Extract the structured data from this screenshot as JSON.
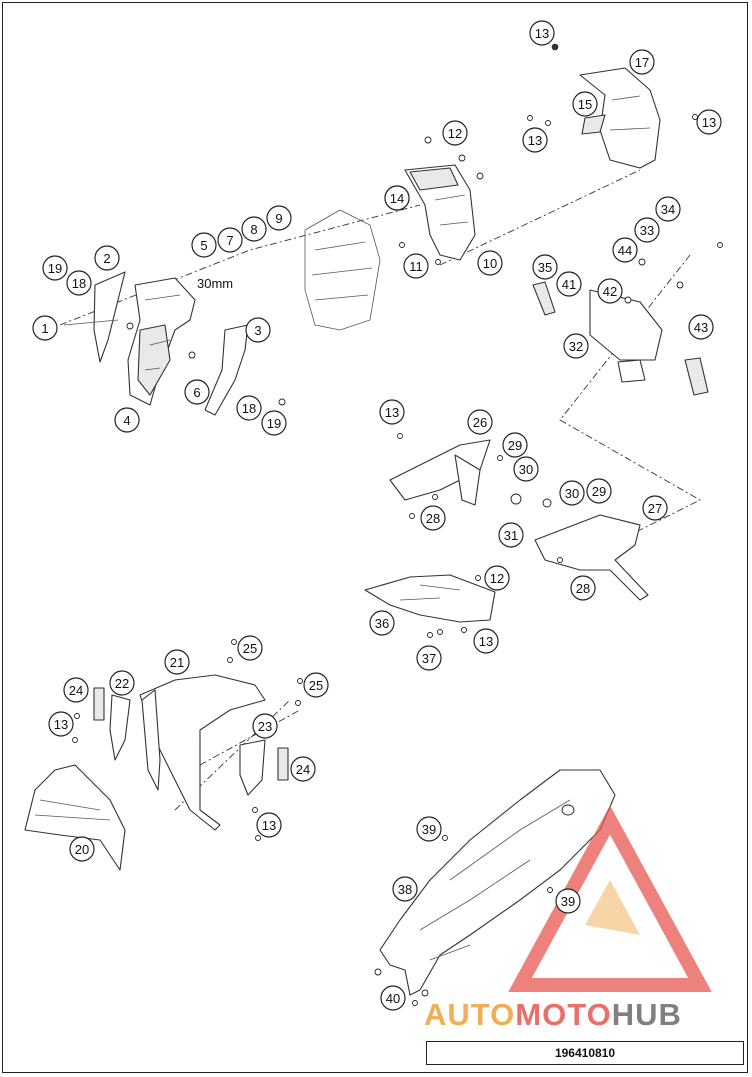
{
  "callouts": [
    {
      "label": "1"
    },
    {
      "label": "2"
    },
    {
      "label": "3"
    },
    {
      "label": "4"
    },
    {
      "label": "5"
    },
    {
      "label": "6"
    },
    {
      "label": "7"
    },
    {
      "label": "8"
    },
    {
      "label": "9"
    },
    {
      "label": "10"
    },
    {
      "label": "11"
    },
    {
      "label": "12"
    },
    {
      "label": "12"
    },
    {
      "label": "13"
    },
    {
      "label": "13"
    },
    {
      "label": "13"
    },
    {
      "label": "13"
    },
    {
      "label": "13"
    },
    {
      "label": "13"
    },
    {
      "label": "13"
    },
    {
      "label": "13"
    },
    {
      "label": "14"
    },
    {
      "label": "15"
    },
    {
      "label": "17"
    },
    {
      "label": "18"
    },
    {
      "label": "18"
    },
    {
      "label": "19"
    },
    {
      "label": "19"
    },
    {
      "label": "20"
    },
    {
      "label": "21"
    },
    {
      "label": "22"
    },
    {
      "label": "23"
    },
    {
      "label": "24"
    },
    {
      "label": "24"
    },
    {
      "label": "25"
    },
    {
      "label": "25"
    },
    {
      "label": "26"
    },
    {
      "label": "27"
    },
    {
      "label": "28"
    },
    {
      "label": "28"
    },
    {
      "label": "29"
    },
    {
      "label": "29"
    },
    {
      "label": "30"
    },
    {
      "label": "30"
    },
    {
      "label": "31"
    },
    {
      "label": "32"
    },
    {
      "label": "33"
    },
    {
      "label": "34"
    },
    {
      "label": "35"
    },
    {
      "label": "36"
    },
    {
      "label": "37"
    },
    {
      "label": "38"
    },
    {
      "label": "39"
    },
    {
      "label": "39"
    },
    {
      "label": "40"
    },
    {
      "label": "41"
    },
    {
      "label": "42"
    },
    {
      "label": "43"
    },
    {
      "label": "44"
    }
  ],
  "dimension_label": "30mm",
  "document_number": "196410810",
  "watermark": {
    "part1": "AUTO",
    "part2": "MOTO",
    "part3": "HUB"
  },
  "colors": {
    "line": "#222222",
    "watermark_orange": "#f0a13a",
    "watermark_red": "#e8574f",
    "watermark_grey": "#6b6b6b"
  }
}
